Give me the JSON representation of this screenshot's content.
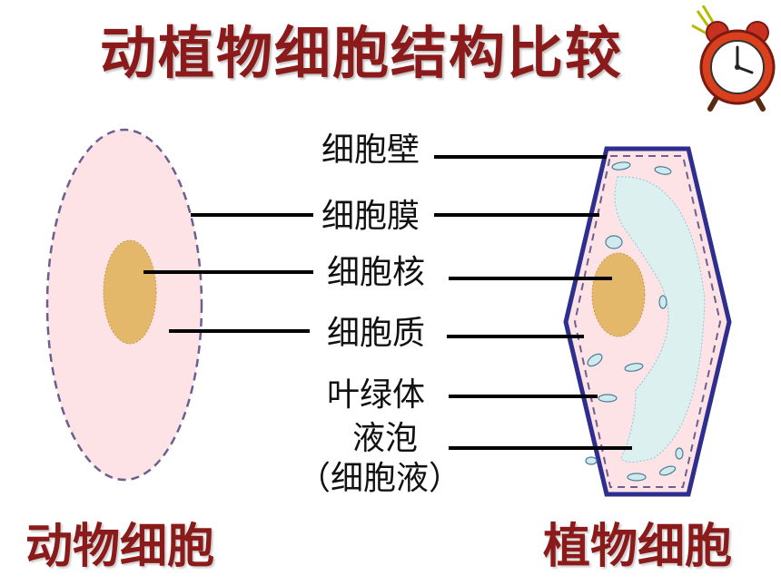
{
  "title": "动植物细胞结构比较",
  "labels": {
    "cell_wall": "细胞壁",
    "cell_membrane": "细胞膜",
    "nucleus": "细胞核",
    "cytoplasm": "细胞质",
    "chloroplast": "叶绿体",
    "vacuole": "液泡",
    "cell_sap": "（细胞液）"
  },
  "captions": {
    "animal": "动物细胞",
    "plant": "植物细胞"
  },
  "icons": {
    "clock": "alarm-clock-icon"
  },
  "colors": {
    "title": "#8b1a1a",
    "cytoplasm": "#fde3e6",
    "nucleus": "#e3b86a",
    "membrane_dash": "#6b5f8f",
    "cell_wall": "#2e2e8f",
    "vacuole": "#dcf0f0",
    "chloroplast": "#cfeaee"
  }
}
